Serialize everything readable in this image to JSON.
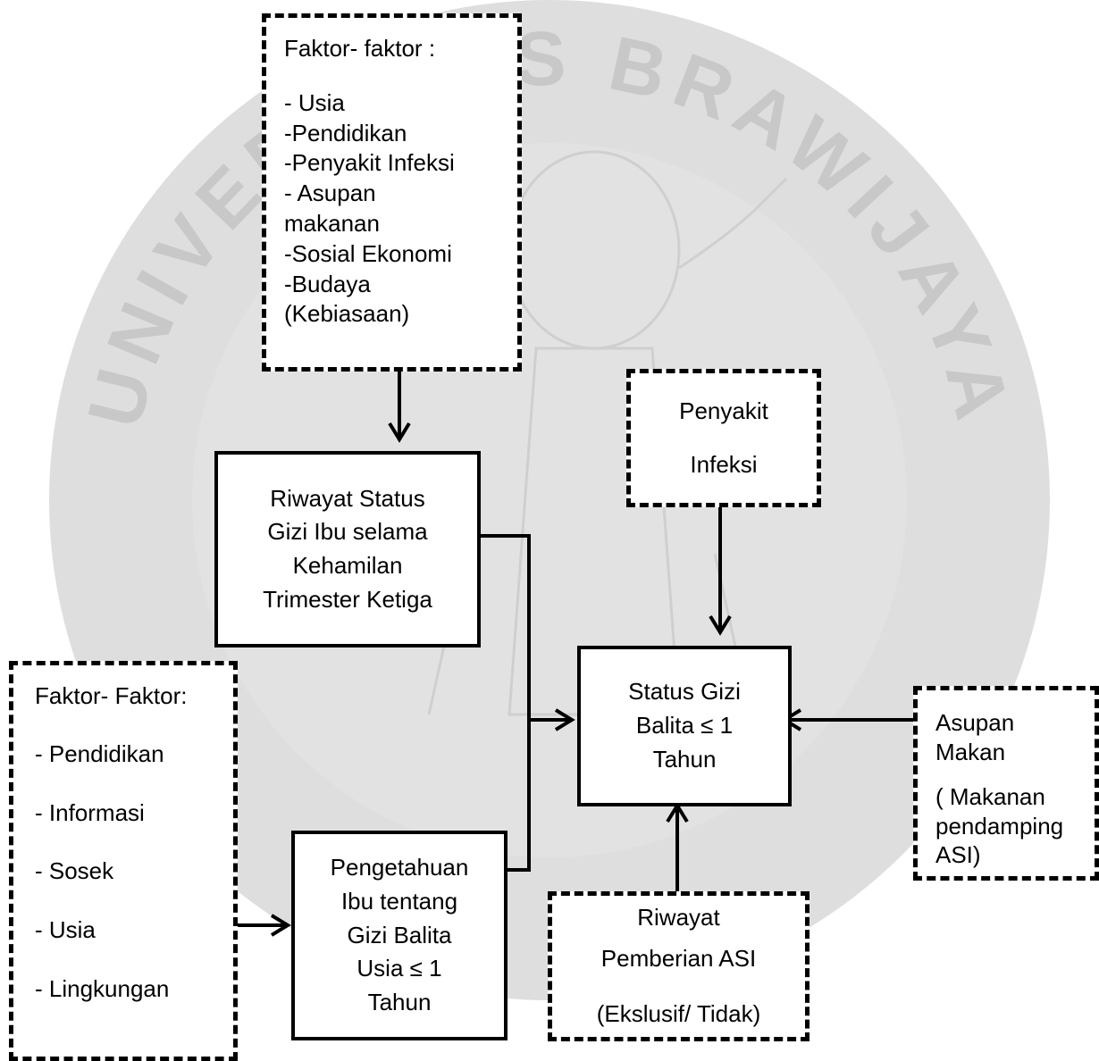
{
  "watermark": {
    "text": "UNIVERSITAS BRAWIJAYA",
    "color": "#d9d9d9"
  },
  "nodes": {
    "faktor_top": {
      "title": "Faktor- faktor :",
      "items": [
        "- Usia",
        "-Pendidikan",
        "-Penyakit Infeksi",
        "- Asupan",
        "makanan",
        "-Sosial Ekonomi",
        "-Budaya",
        "(Kebiasaan)"
      ]
    },
    "riwayat_status": {
      "lines": [
        "Riwayat Status",
        "Gizi Ibu selama",
        "Kehamilan",
        "Trimester Ketiga"
      ]
    },
    "penyakit": {
      "lines": [
        "Penyakit",
        "Infeksi"
      ]
    },
    "status_gizi": {
      "lines": [
        "Status Gizi",
        "Balita ≤ 1",
        "Tahun"
      ]
    },
    "faktor_left": {
      "title": "Faktor- Faktor:",
      "items": [
        "- Pendidikan",
        "- Informasi",
        "- Sosek",
        "- Usia",
        "- Lingkungan"
      ]
    },
    "pengetahuan": {
      "lines": [
        "Pengetahuan",
        "Ibu tentang",
        "Gizi Balita",
        "Usia ≤ 1",
        "Tahun"
      ]
    },
    "riwayat_asi": {
      "lines": [
        "Riwayat",
        "Pemberian ASI",
        "(Ekslusif/ Tidak)"
      ]
    },
    "asupan": {
      "lines": [
        "Asupan",
        "Makan",
        "( Makanan",
        "pendamping",
        "ASI)"
      ]
    }
  }
}
